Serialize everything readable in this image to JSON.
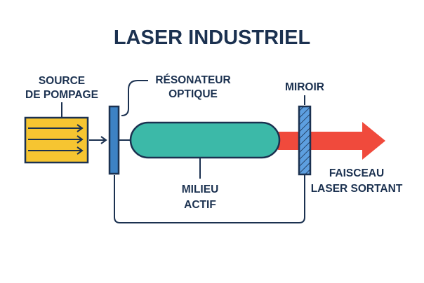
{
  "title": "LASER INDUSTRIEL",
  "labels": {
    "pump_source": [
      "SOURCE",
      "DE POMPAGE"
    ],
    "resonator": [
      "RÉSONATEUR",
      "OPTIQUE"
    ],
    "mirror": [
      "MIROIR"
    ],
    "active_medium": [
      "MILIEU",
      "ACTIF"
    ],
    "output_beam": [
      "FAISCEAU",
      "LASER SORTANT"
    ]
  },
  "colors": {
    "text": "#1b3150",
    "outline": "#1b3150",
    "pump_fill": "#f6c531",
    "medium_fill": "#3cb9a8",
    "mirror_fill": "#3d82c4",
    "output_mirror_fill": "#5d9fe0",
    "beam_fill": "#f04a3c",
    "background": "#ffffff"
  }
}
